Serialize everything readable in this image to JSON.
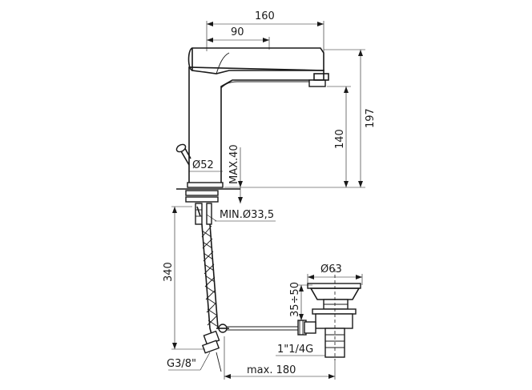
{
  "dimensions": {
    "overall_reach": "160",
    "handle_reach": "90",
    "total_height": "197",
    "spout_height": "140",
    "base_diameter": "Ø52",
    "max_deck_thickness": "MAX.40",
    "min_hole_diameter": "MIN.Ø33,5",
    "hose_length": "340",
    "inlet_thread": "G3/8\"",
    "waste_diameter": "Ø63",
    "waste_adjustment": "35÷50",
    "waste_thread": "1\"1/4G",
    "rod_reach": "max. 180"
  }
}
